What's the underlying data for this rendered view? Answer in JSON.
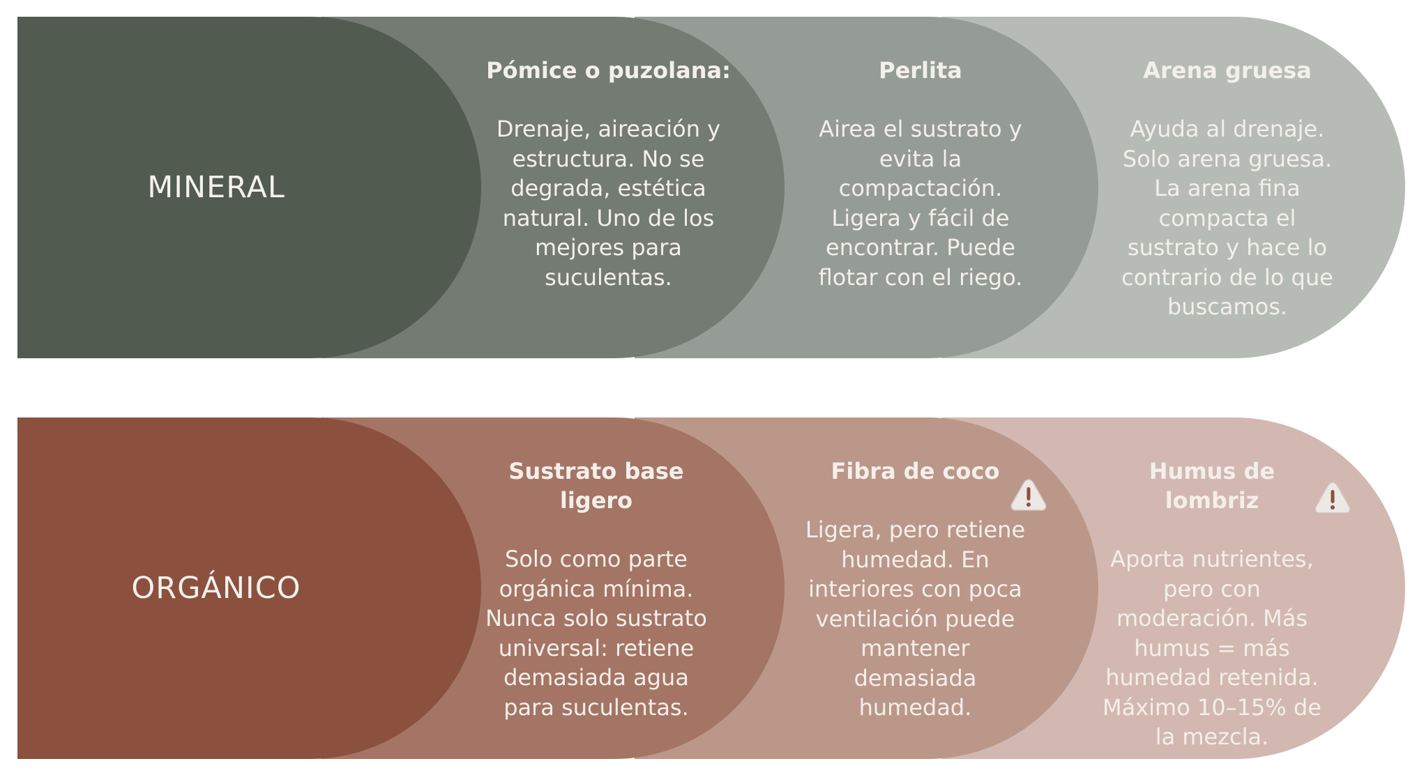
{
  "rows": {
    "mineral": {
      "label": "MINERAL",
      "items": [
        {
          "title": "Pómice o puzolana:",
          "desc": "Drenaje, aireación y estructura. No se degrada, estética natural. Uno de los mejores para suculentas."
        },
        {
          "title": "Perlita",
          "desc": "Airea el sustrato y evita la compactación. Ligera y fácil de encontrar. Puede flotar con el riego."
        },
        {
          "title": "Arena gruesa",
          "desc": "Ayuda al drenaje. Solo arena gruesa. La arena fina compacta el sustrato y hace lo contrario de lo que buscamos."
        }
      ]
    },
    "organic": {
      "label": "ORGÁNICO",
      "items": [
        {
          "title": "Sustrato base ligero",
          "desc": "Solo como parte orgánica mínima. Nunca solo sustrato universal: retiene demasiada agua para suculentas."
        },
        {
          "title": "Fibra de coco",
          "desc": "Ligera, pero retiene humedad. En interiores con poca ventilación puede mantener demasiada humedad.",
          "icon": "warning-icon"
        },
        {
          "title": "Humus de lombriz",
          "desc": "Aporta nutrientes, pero con moderación. Más humus = más humedad retenida. Máximo 10–15% de la mezcla.",
          "icon": "warning-icon"
        }
      ]
    }
  },
  "colors": {
    "mineral": [
      "#515b50",
      "#737b72",
      "#959b95",
      "#b6bbb5"
    ],
    "organic": [
      "#8b513e",
      "#a47564",
      "#bb9789",
      "#d2b8b0"
    ],
    "text": "#f3efeb"
  }
}
